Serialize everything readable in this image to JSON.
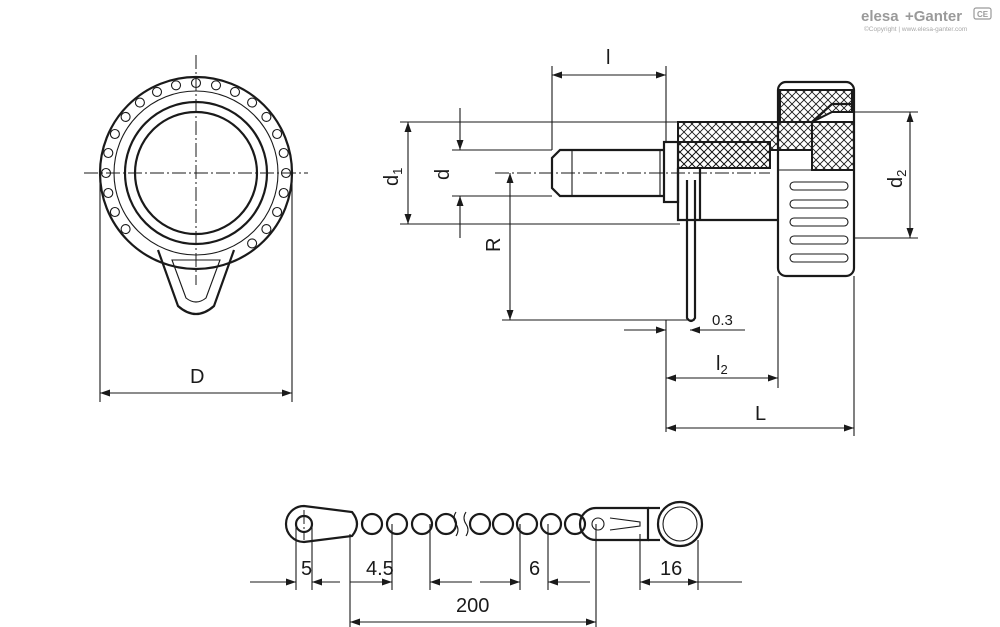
{
  "brand": {
    "logo_text_1": "elesa",
    "logo_text_2": "+Ganter",
    "badge": "CE",
    "copyright": "©Copyright | www.elesa-ganter.com"
  },
  "dimensions": {
    "D": "D",
    "d": "d",
    "d1_main": "d",
    "d1_sub": "1",
    "d2_main": "d",
    "d2_sub": "2",
    "R": "R",
    "l": "l",
    "l2_main": "l",
    "l2_sub": "2",
    "L": "L",
    "gap": "0.3"
  },
  "chain_dimensions": {
    "eyelet": "5",
    "ball": "4.5",
    "pitch": "6",
    "ring": "16",
    "length": "200"
  }
}
